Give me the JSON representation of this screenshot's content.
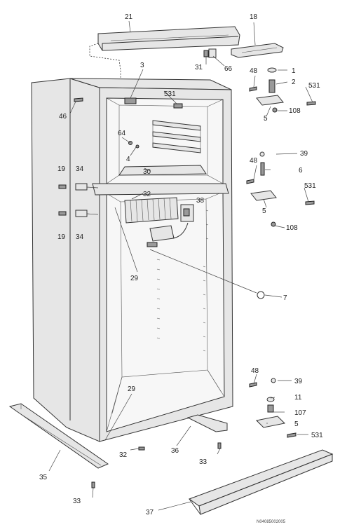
{
  "labels": {
    "l21": "21",
    "l18": "18",
    "l31": "31",
    "l66": "66",
    "l3": "3",
    "l48a": "48",
    "l1": "1",
    "l2": "2",
    "l531a": "531",
    "l46": "46",
    "l531b": "531",
    "l108a": "108",
    "l5a": "5",
    "l64": "64",
    "l4": "4",
    "l39a": "39",
    "l19a": "19",
    "l34a": "34",
    "l48b": "48",
    "l6": "6",
    "l30": "30",
    "l531c": "531",
    "l32a": "32",
    "l38": "38",
    "l5b": "5",
    "l19b": "19",
    "l34b": "34",
    "l108b": "108",
    "l29a": "29",
    "l7": "7",
    "l48c": "48",
    "l39b": "39",
    "l29b": "29",
    "l11": "11",
    "l107": "107",
    "l5c": "5",
    "l531d": "531",
    "l32b": "32",
    "l36": "36",
    "l33a": "33",
    "l35": "35",
    "l33b": "33",
    "l37": "37"
  },
  "drawing_code": "N04085002005"
}
